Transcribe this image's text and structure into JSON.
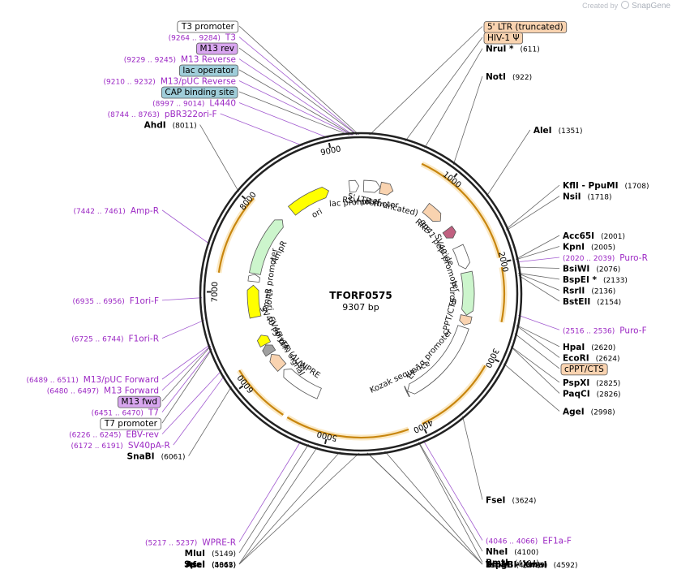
{
  "credit": {
    "created_by": "Created by",
    "brand": "SnapGene"
  },
  "plasmid": {
    "name": "TFORF0575",
    "length": "9307 bp",
    "total_bp": 9307
  },
  "ticks": [
    {
      "bp": 1000,
      "label": "1000"
    },
    {
      "bp": 2000,
      "label": "2000"
    },
    {
      "bp": 3000,
      "label": "3000"
    },
    {
      "bp": 4000,
      "label": "4000"
    },
    {
      "bp": 5000,
      "label": "5000"
    },
    {
      "bp": 6000,
      "label": "6000"
    },
    {
      "bp": 7000,
      "label": "7000"
    },
    {
      "bp": 8000,
      "label": "8000"
    },
    {
      "bp": 9000,
      "label": "9000"
    }
  ],
  "labels": [
    {
      "kind": "primer",
      "coord": "(9264 .. 9284)",
      "name": "T3",
      "bp": 9274
    },
    {
      "kind": "box-purple",
      "name": "M13 rev",
      "bp": 9270
    },
    {
      "kind": "primer",
      "coord": "(9229 .. 9245)",
      "name": "M13 Reverse",
      "bp": 9237
    },
    {
      "kind": "box-blue",
      "name": "lac operator",
      "bp": 9230
    },
    {
      "kind": "primer",
      "coord": "(9210 .. 9232)",
      "name": "M13/pUC Reverse",
      "bp": 9221
    },
    {
      "kind": "box-blue",
      "name": "CAP binding site",
      "bp": 9200
    },
    {
      "kind": "primer",
      "coord": "(8997 .. 9014)",
      "name": "L4440",
      "bp": 9005
    },
    {
      "kind": "primer",
      "coord": "(8744 .. 8763)",
      "name": "pBR322ori-F",
      "bp": 8753
    },
    {
      "kind": "site",
      "name": "AhdI",
      "coord": "(8011)",
      "bp": 8011
    },
    {
      "kind": "primer",
      "coord": "(7442 .. 7461)",
      "name": "Amp-R",
      "bp": 7451
    },
    {
      "kind": "primer",
      "coord": "(6935 .. 6956)",
      "name": "F1ori-F",
      "bp": 6945
    },
    {
      "kind": "primer",
      "coord": "(6725 .. 6744)",
      "name": "F1ori-R",
      "bp": 6734
    },
    {
      "kind": "primer",
      "coord": "(6489 .. 6511)",
      "name": "M13/pUC Forward",
      "bp": 6500
    },
    {
      "kind": "primer",
      "coord": "(6480 .. 6497)",
      "name": "M13 Forward",
      "bp": 6488
    },
    {
      "kind": "box-purple",
      "name": "M13 fwd",
      "bp": 6485
    },
    {
      "kind": "primer",
      "coord": "(6451 .. 6470)",
      "name": "T7",
      "bp": 6460
    },
    {
      "kind": "box-white",
      "name": "T7 promoter",
      "bp": 6455
    },
    {
      "kind": "primer",
      "coord": "(6226 .. 6245)",
      "name": "EBV-rev",
      "bp": 6235
    },
    {
      "kind": "primer",
      "coord": "(6172 .. 6191)",
      "name": "SV40pA-R",
      "bp": 6181
    },
    {
      "kind": "site",
      "name": "SnaBI",
      "coord": "(6061)",
      "bp": 6061
    },
    {
      "kind": "box-white",
      "name": "T3 promoter",
      "bp": 9290
    },
    {
      "kind": "box-peach",
      "name": "5' LTR (truncated)",
      "bp": 80
    },
    {
      "kind": "box-peach",
      "name": "HIV-1 Ψ",
      "bp": 420
    },
    {
      "kind": "site",
      "name": "NruI *",
      "coord": "(611)",
      "bp": 611
    },
    {
      "kind": "site",
      "name": "NotI",
      "coord": "(922)",
      "bp": 922
    },
    {
      "kind": "site",
      "name": "AleI",
      "coord": "(1351)",
      "bp": 1351
    },
    {
      "kind": "site",
      "name": "KflI  - PpuMI",
      "coord": "(1708)",
      "bp": 1708
    },
    {
      "kind": "site",
      "name": "NsiI",
      "coord": "(1718)",
      "bp": 1718
    },
    {
      "kind": "site",
      "name": "Acc65I",
      "coord": "(2001)",
      "bp": 2001
    },
    {
      "kind": "site",
      "name": "KpnI",
      "coord": "(2005)",
      "bp": 2005
    },
    {
      "kind": "primer",
      "coord": "(2020 .. 2039)",
      "name": "Puro-R",
      "bp": 2029
    },
    {
      "kind": "site",
      "name": "BsiWI",
      "coord": "(2076)",
      "bp": 2076
    },
    {
      "kind": "site",
      "name": "BspEI *",
      "coord": "(2133)",
      "bp": 2133
    },
    {
      "kind": "site",
      "name": "RsrII",
      "coord": "(2136)",
      "bp": 2136
    },
    {
      "kind": "site",
      "name": "BstEII",
      "coord": "(2154)",
      "bp": 2154
    },
    {
      "kind": "primer",
      "coord": "(2516 .. 2536)",
      "name": "Puro-F",
      "bp": 2526
    },
    {
      "kind": "site",
      "name": "HpaI",
      "coord": "(2620)",
      "bp": 2620
    },
    {
      "kind": "site",
      "name": "EcoRI",
      "coord": "(2624)",
      "bp": 2624
    },
    {
      "kind": "box-peach",
      "name": "cPPT/CTS",
      "bp": 2700
    },
    {
      "kind": "site",
      "name": "PspXI",
      "coord": "(2825)",
      "bp": 2825
    },
    {
      "kind": "site",
      "name": "PaqCI",
      "coord": "(2826)",
      "bp": 2826
    },
    {
      "kind": "site",
      "name": "AgeI",
      "coord": "(2998)",
      "bp": 2998
    },
    {
      "kind": "site",
      "name": "FseI",
      "coord": "(3624)",
      "bp": 3624
    },
    {
      "kind": "primer",
      "coord": "(4046 .. 4066)",
      "name": "EF1a-F",
      "bp": 4056
    },
    {
      "kind": "site",
      "name": "NheI",
      "coord": "(4100)",
      "bp": 4100
    },
    {
      "kind": "site",
      "name": "BmtI",
      "coord": "(4104)",
      "bp": 4104
    },
    {
      "kind": "site",
      "name": "BmgBI",
      "coord": "(4429)",
      "bp": 4429
    },
    {
      "kind": "site",
      "name": "TspMI  - XmaI",
      "coord": "(4592)",
      "bp": 4592
    },
    {
      "kind": "site",
      "name": "SmaI",
      "coord": "(4594)",
      "bp": 4594
    },
    {
      "kind": "site",
      "name": "AscI",
      "coord": "(4668)",
      "bp": 4668
    },
    {
      "kind": "site",
      "name": "AfeI",
      "coord": "(4847)",
      "bp": 4847
    },
    {
      "kind": "site",
      "name": "SpeI",
      "coord": "(5063)",
      "bp": 5063
    },
    {
      "kind": "site",
      "name": "MluI",
      "coord": "(5149)",
      "bp": 5149
    },
    {
      "kind": "primer",
      "coord": "(5217 .. 5237)",
      "name": "WPRE-R",
      "bp": 5227
    }
  ],
  "features": [
    {
      "name": "RSV promoter",
      "color": "#ffffff",
      "start": 40,
      "end": 270
    },
    {
      "name": "5' LTR (truncated)",
      "color": "#f9d3b0",
      "start": 270,
      "end": 450
    },
    {
      "name": "RRE",
      "color": "#f9d3b0",
      "start": 960,
      "end": 1230
    },
    {
      "name": "gp41 peptide",
      "color": "#c06080",
      "start": 1380,
      "end": 1520
    },
    {
      "name": "SV40 promoter",
      "color": "#ffffff",
      "start": 1660,
      "end": 1980
    },
    {
      "name": "PuroR",
      "color": "#ccf5cc",
      "start": 2030,
      "end": 2620
    },
    {
      "name": "cPPT/CTS",
      "color": "#f9d3b0",
      "start": 2630,
      "end": 2760
    },
    {
      "name": "EF-1α promoter",
      "color": "#ffffff",
      "start": 2790,
      "end": 3990
    },
    {
      "name": "Kozak sequence",
      "color": "#ffffff",
      "start": 3995,
      "end": 4005
    },
    {
      "name": "WPRE",
      "color": "#ffffff",
      "start": 5240,
      "end": 5830
    },
    {
      "name": "3' LTR (ΔU3)",
      "color": "#f9d3b0",
      "start": 5870,
      "end": 6100
    },
    {
      "name": "SV40 poly(A) signal",
      "color": "#a0a0a0",
      "start": 6120,
      "end": 6250
    },
    {
      "name": "SV40 ori",
      "color": "#ffff00",
      "start": 6260,
      "end": 6400
    },
    {
      "name": "f1 ori",
      "color": "#ffff00",
      "start": 6660,
      "end": 7100
    },
    {
      "name": "AmpR promoter",
      "color": "#ffffff",
      "start": 7150,
      "end": 7250
    },
    {
      "name": "AmpR",
      "color": "#ccf5cc",
      "start": 7260,
      "end": 8100
    },
    {
      "name": "ori",
      "color": "#ffff00",
      "start": 8280,
      "end": 8860
    },
    {
      "name": "lac promoter",
      "color": "#ffffff",
      "start": 9150,
      "end": 9280
    }
  ],
  "orfs": [
    {
      "start": 650,
      "end": 1950
    },
    {
      "start": 2050,
      "end": 2620
    },
    {
      "start": 3100,
      "end": 4000
    },
    {
      "start": 4150,
      "end": 5450
    },
    {
      "start": 5500,
      "end": 6150
    },
    {
      "start": 7200,
      "end": 8060
    }
  ]
}
